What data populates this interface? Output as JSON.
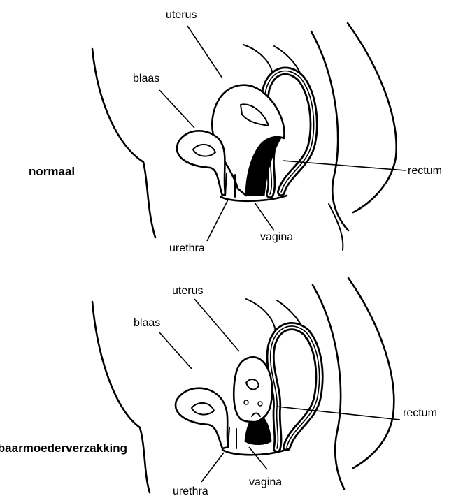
{
  "panels": [
    {
      "title": "normaal",
      "labels": {
        "uterus": "uterus",
        "bladder": "blaas",
        "rectum": "rectum",
        "vagina": "vagina",
        "urethra": "urethra"
      }
    },
    {
      "title": "baarmoederverzakking",
      "labels": {
        "uterus": "uterus",
        "bladder": "blaas",
        "rectum": "rectum",
        "vagina": "vagina",
        "urethra": "urethra"
      }
    }
  ]
}
